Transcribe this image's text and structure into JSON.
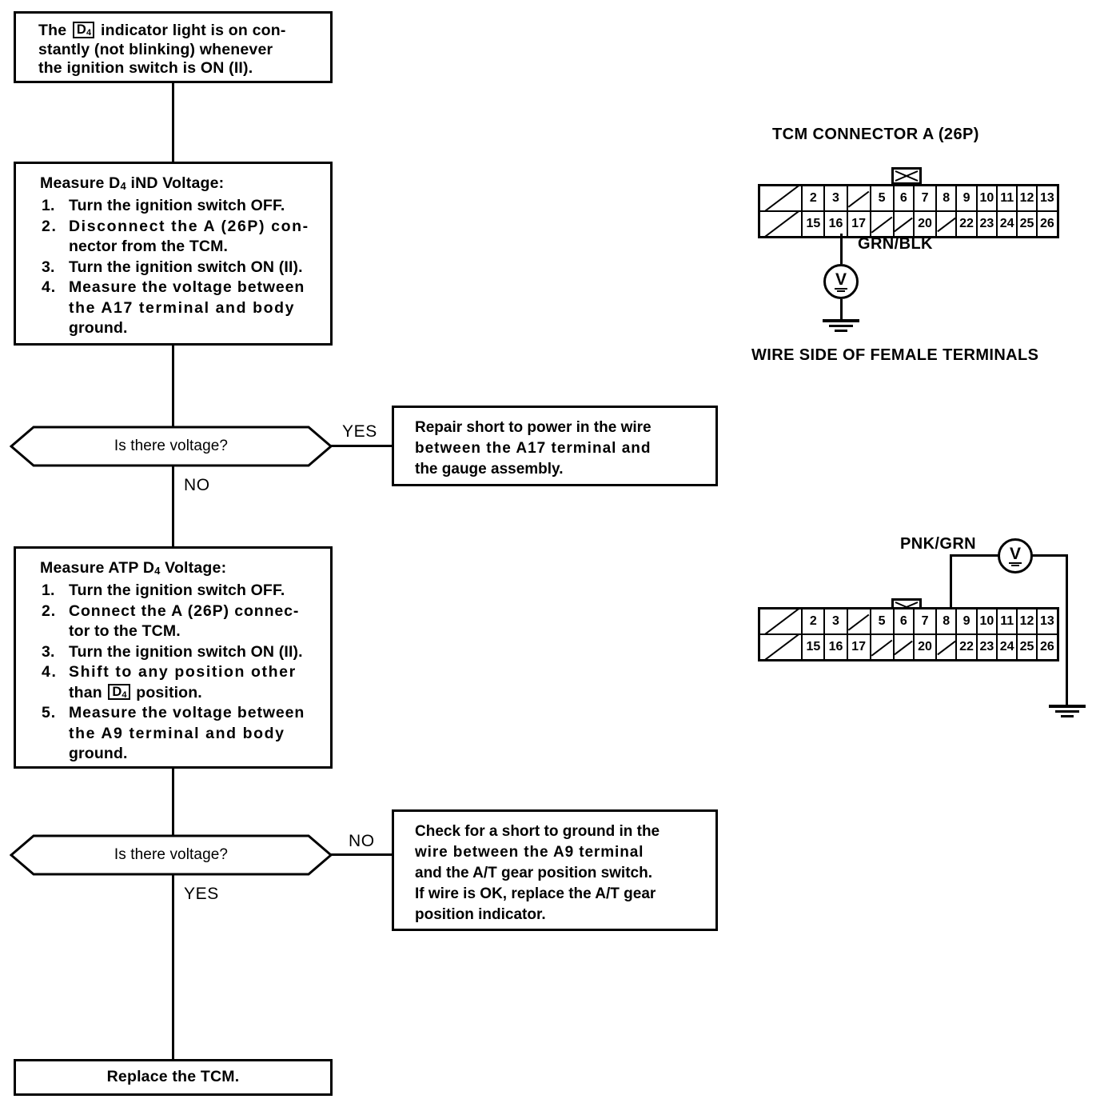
{
  "document": {
    "type": "automotive-diagnostic-flowchart",
    "title": "D4 indicator light troubleshooting"
  },
  "flow": {
    "symptom": {
      "text_line1": "The",
      "d4_glyph": "D",
      "d4_sub": "4",
      "text_line2": "indicator light is on con-",
      "text_line3": "stantly (not blinking) whenever",
      "text_line4": "the ignition switch is ON (II)."
    },
    "step1": {
      "title_pre": "Measure D",
      "title_sub": "4",
      "title_post": " iND Voltage:",
      "items": [
        {
          "num": "1.",
          "text": "Turn the ignition switch OFF."
        },
        {
          "num": "2.",
          "text": "Disconnect the A (26P) con-"
        },
        {
          "num": "",
          "text": "nector from the TCM."
        },
        {
          "num": "3.",
          "text": "Turn the ignition switch ON (II)."
        },
        {
          "num": "4.",
          "text": "Measure the voltage between"
        },
        {
          "num": "",
          "text": "the A17 terminal and body"
        },
        {
          "num": "",
          "text": "ground."
        }
      ]
    },
    "decision1": {
      "question": "Is there voltage?",
      "yes_label": "YES",
      "no_label": "NO"
    },
    "result1": {
      "line1": "Repair short to power in the wire",
      "line2": "between the A17 terminal and",
      "line3": "the gauge assembly."
    },
    "step2": {
      "title_pre": "Measure ATP D",
      "title_sub": "4",
      "title_post": " Voltage:",
      "items": [
        {
          "num": "1.",
          "text": "Turn the ignition switch OFF."
        },
        {
          "num": "2.",
          "text": "Connect the A (26P) connec-"
        },
        {
          "num": "",
          "text": "tor to the TCM."
        },
        {
          "num": "3.",
          "text": "Turn the ignition switch ON (II)."
        },
        {
          "num": "4.",
          "text": "Shift to any position other"
        },
        {
          "num": "",
          "text": "than D4 position."
        },
        {
          "num": "5.",
          "text": "Measure the voltage between"
        },
        {
          "num": "",
          "text": "the A9 terminal and body"
        },
        {
          "num": "",
          "text": "ground."
        }
      ],
      "item4b_pre": "than ",
      "item4b_post": " position."
    },
    "decision2": {
      "question": "Is there voltage?",
      "no_label": "NO",
      "yes_label": "YES"
    },
    "result2": {
      "line1": "Check for a short to ground in the",
      "line2": "wire between the A9 terminal",
      "line3": "and the A/T gear position switch.",
      "line4": "If wire is OK, replace the A/T gear",
      "line5": "position indicator."
    },
    "final": {
      "text": "Replace the TCM."
    }
  },
  "connector_top": {
    "title": "TCM CONNECTOR A (26P)",
    "caption": "WIRE SIDE OF FEMALE TERMINALS",
    "wire_label": "GRN/BLK",
    "probe_pin": "17",
    "meter_symbol": "V",
    "row1": [
      "",
      "2",
      "3",
      "",
      "5",
      "6",
      "7",
      "8",
      "9",
      "10",
      "11",
      "12",
      "13"
    ],
    "row2": [
      "",
      "15",
      "16",
      "17",
      "",
      "",
      "20",
      "",
      "22",
      "23",
      "24",
      "25",
      "26"
    ]
  },
  "connector_bottom": {
    "wire_label": "PNK/GRN",
    "probe_pin": "9",
    "meter_symbol": "V",
    "row1": [
      "",
      "2",
      "3",
      "",
      "5",
      "6",
      "7",
      "8",
      "9",
      "10",
      "11",
      "12",
      "13"
    ],
    "row2": [
      "",
      "15",
      "16",
      "17",
      "",
      "",
      "20",
      "",
      "22",
      "23",
      "24",
      "25",
      "26"
    ]
  },
  "colors": {
    "ink": "#000000",
    "paper": "#ffffff"
  }
}
